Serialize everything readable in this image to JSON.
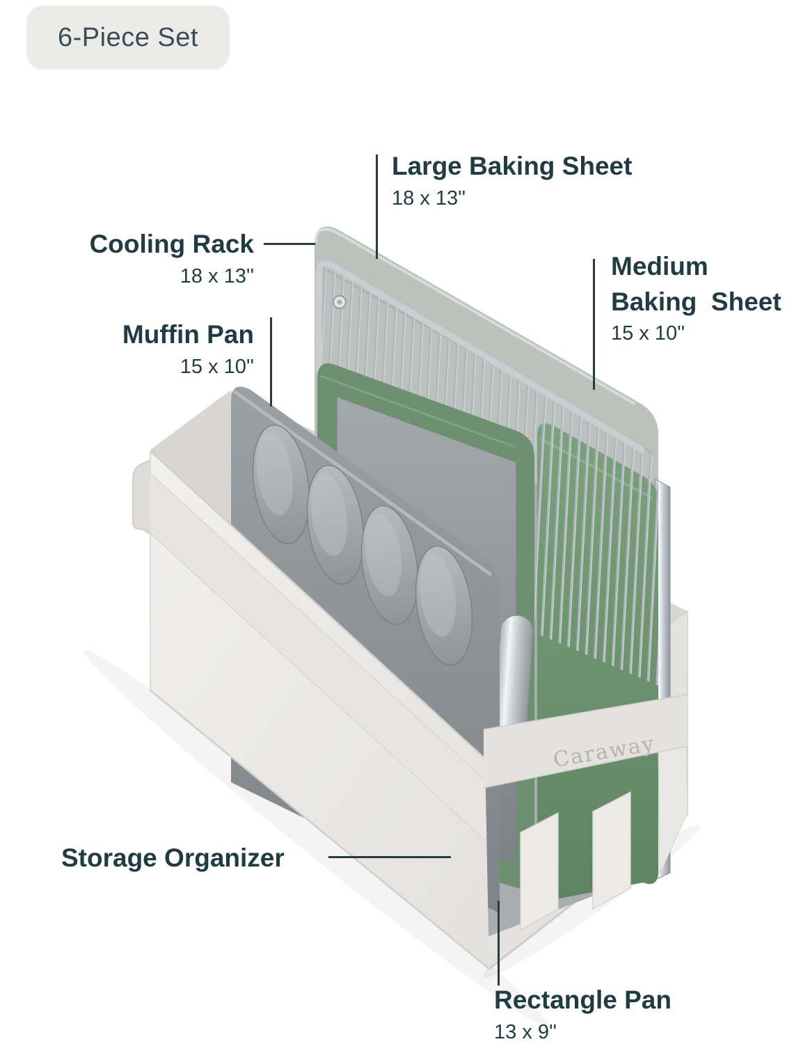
{
  "badge": {
    "label": "6-Piece Set"
  },
  "brand": {
    "logo_text": "Caraway"
  },
  "product": {
    "colors": {
      "sage_green": "#6d9170",
      "fabric_gray": "#ecebe9",
      "pan_gray": "#8f9598",
      "steel": "#b7bec4",
      "label_text": "#1e3c42"
    }
  },
  "callouts": {
    "large": {
      "name": "Large Baking Sheet",
      "size": "18 x 13''"
    },
    "cooling": {
      "name": "Cooling Rack",
      "size": "18 x 13''"
    },
    "medium": {
      "line1": "Medium",
      "line2": "Baking  Sheet",
      "size": "15 x 10''"
    },
    "muffin": {
      "name": "Muffin Pan",
      "size": "15 x 10''"
    },
    "storage": {
      "name": "Storage Organizer"
    },
    "rectangle": {
      "name": "Rectangle Pan",
      "size": "13 x 9''"
    }
  }
}
